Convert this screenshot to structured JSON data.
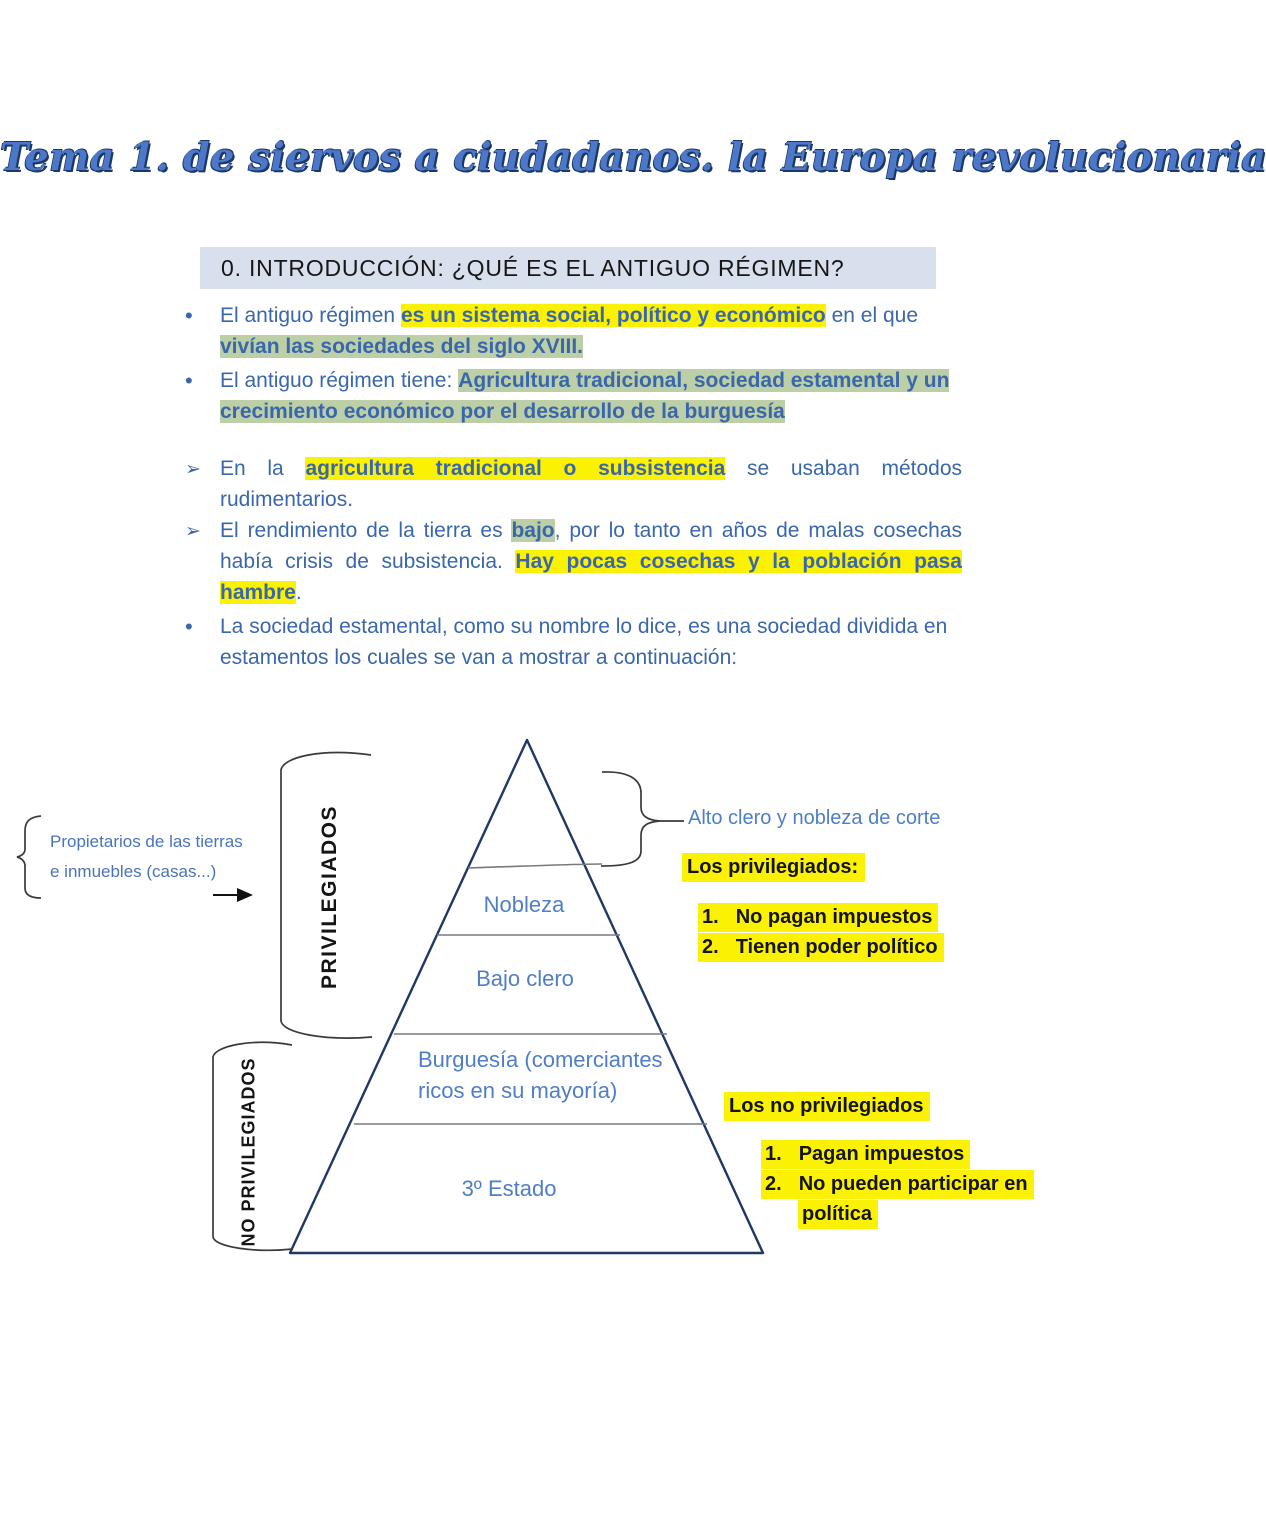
{
  "page_title": "Tema 1. de siervos a ciudadanos. la Europa revolucionaria",
  "section_header": "0.  INTRODUCCIÓN: ¿QUÉ ES EL ANTIGUO RÉGIMEN?",
  "colors": {
    "highlight_yellow": "#fbf103",
    "highlight_green": "#bccfa7",
    "body_text_blue": "#3a67ac",
    "diagram_label_blue": "#4f7ec7",
    "pyramid_outline_navy": "#1f3864",
    "section_header_bg": "#d8e0ee",
    "title_blue": "#4d78ca"
  },
  "paragraphs": [
    {
      "marker": "•",
      "segments": [
        {
          "t": "El antiguo régimen ",
          "s": "p"
        },
        {
          "t": "es un sistema social, político y económico",
          "s": "y"
        },
        {
          "t": " en el que ",
          "s": "p"
        },
        {
          "t": "vivían las sociedades del siglo XVIII.",
          "s": "g"
        }
      ]
    },
    {
      "marker": "•",
      "segments": [
        {
          "t": "El antiguo régimen tiene: ",
          "s": "p"
        },
        {
          "t": "Agricultura tradicional, sociedad estamental y un crecimiento económico por el desarrollo de la burguesía",
          "s": "g"
        }
      ]
    },
    {
      "marker": "➢",
      "segments": [
        {
          "t": "En la ",
          "s": "p"
        },
        {
          "t": "agricultura tradicional o subsistencia",
          "s": "y"
        },
        {
          "t": " se usaban métodos rudimentarios.",
          "s": "p"
        }
      ]
    },
    {
      "marker": "➢",
      "segments": [
        {
          "t": "El rendimiento de la tierra es ",
          "s": "p"
        },
        {
          "t": "bajo",
          "s": "g"
        },
        {
          "t": ", por lo tanto en años de malas cosechas había crisis de subsistencia. ",
          "s": "p"
        },
        {
          "t": "Hay pocas cosechas y la población pasa hambre",
          "s": "y"
        },
        {
          "t": ".",
          "s": "p"
        }
      ]
    },
    {
      "marker": "•",
      "segments": [
        {
          "t": "La sociedad estamental, como su nombre lo dice, es una sociedad dividida en estamentos los cuales se van a mostrar a continuación:",
          "s": "p"
        }
      ]
    }
  ],
  "diagram": {
    "pyramid_levels": {
      "nobleza": "Nobleza",
      "bajo_clero": "Bajo clero",
      "burguesia_line1": "Burguesía (comerciantes",
      "burguesia_line2": "ricos en su mayoría)",
      "tercer_estado": "3º Estado"
    },
    "left_note": {
      "line1": "Propietarios de las tierras",
      "line2": "e inmuebles (casas...)"
    },
    "vertical_labels": {
      "privileged": "PRIVILEGIADOS",
      "non_privileged": "NO PRIVILEGIADOS"
    },
    "alto_clero_label": "Alto clero y nobleza de corte",
    "privileged_box": {
      "title": "Los privilegiados:",
      "items": [
        {
          "num": "1.",
          "text": "No pagan impuestos"
        },
        {
          "num": "2.",
          "text": "Tienen poder político"
        }
      ]
    },
    "non_privileged_box": {
      "title": "Los no privilegiados",
      "items": [
        {
          "num": "1.",
          "text": "Pagan impuestos"
        },
        {
          "num": "2.",
          "text": "No pueden participar en",
          "text_wrap": "política"
        }
      ]
    }
  }
}
